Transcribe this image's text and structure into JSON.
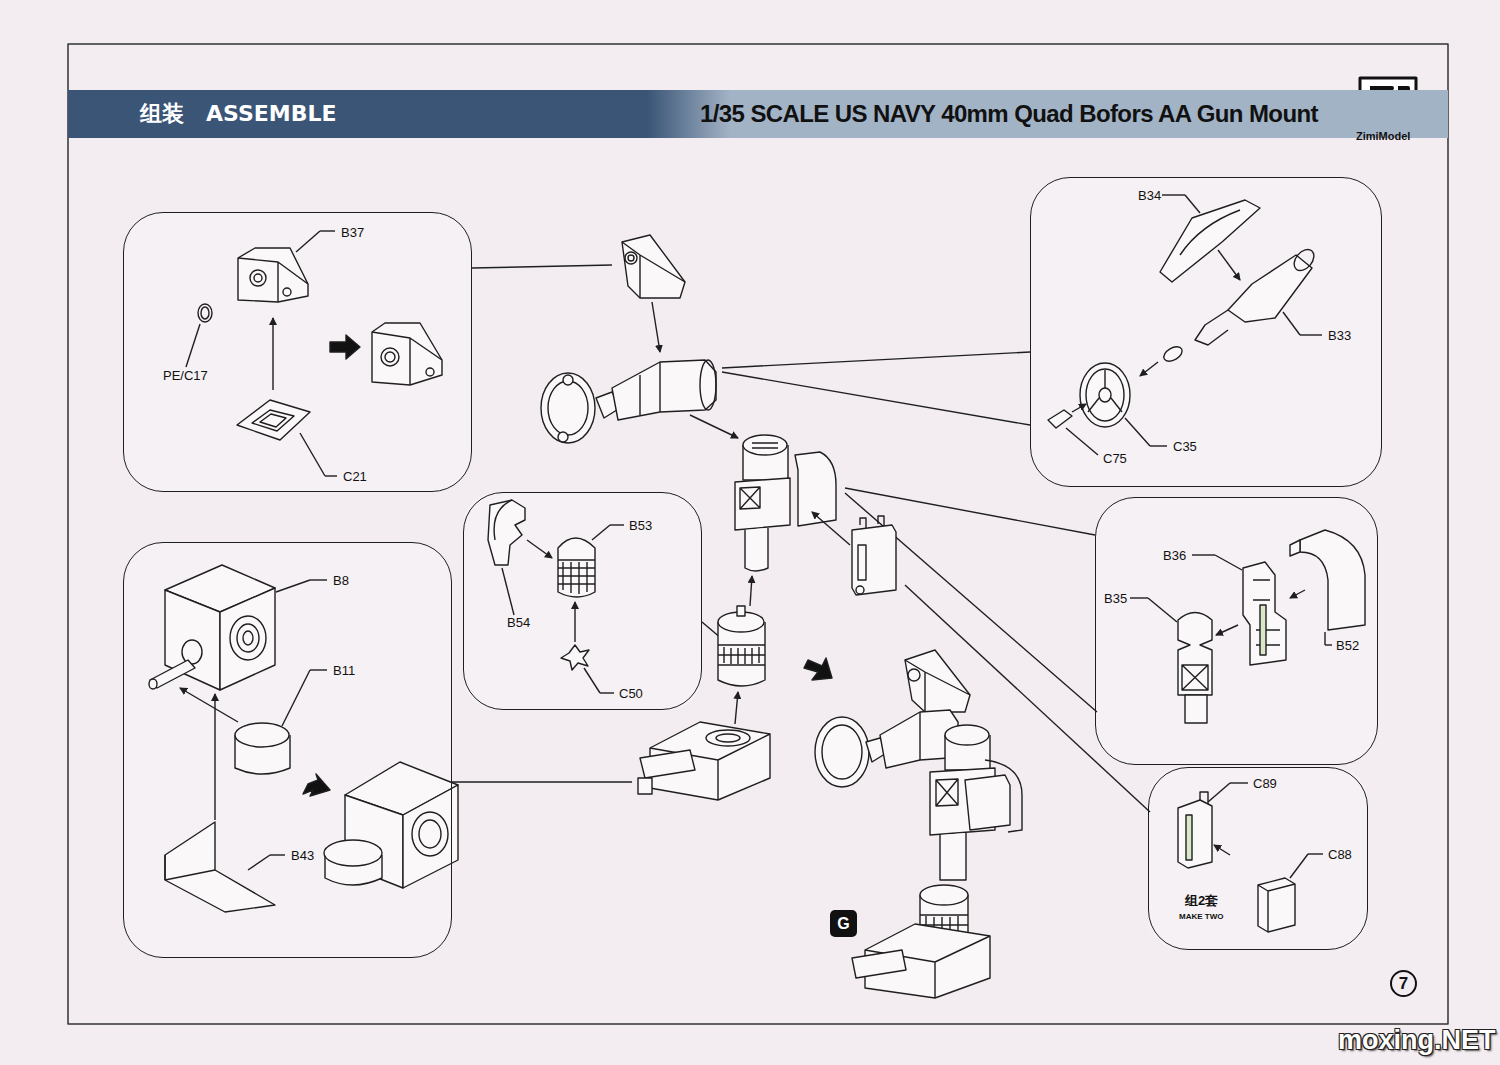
{
  "diagram": {
    "title": "1/35 SCALE US NAVY 40mm Quad Bofors AA Gun Mount",
    "nodes": [
      {
        "text": [
          "组装",
          "ASSEMBLE"
        ]
      },
      {
        "text": [
          "B37",
          "PE/C17",
          "C21"
        ]
      },
      {
        "text": [
          "B34",
          "B33",
          "C35",
          "C75"
        ]
      },
      {
        "text": [
          "B53",
          "B54",
          "C50"
        ]
      },
      {
        "text": [
          "B36",
          "B35",
          "B52"
        ]
      },
      {
        "text": [
          "B8",
          "B11",
          "B43"
        ]
      },
      {
        "text": [
          "C89",
          "C88",
          "组2套",
          "MAKE TWO"
        ]
      },
      {
        "text": [
          "G"
        ]
      },
      {
        "text": [
          "7"
        ]
      }
    ],
    "labels": [
      "ZimiModel",
      "moxing.NET"
    ]
  }
}
